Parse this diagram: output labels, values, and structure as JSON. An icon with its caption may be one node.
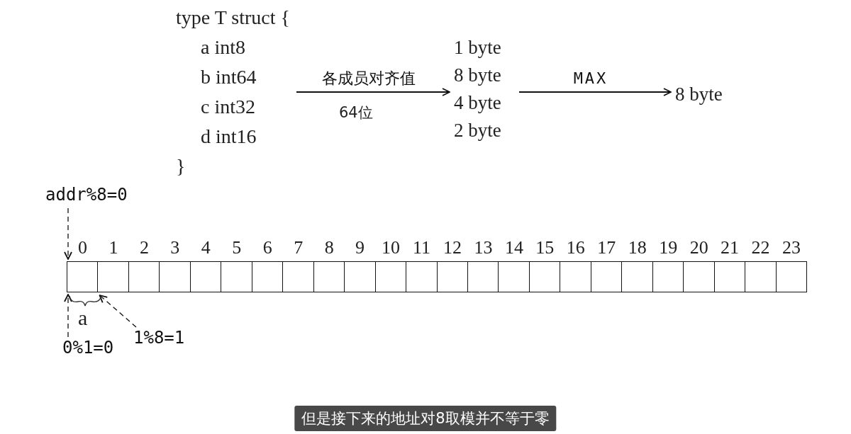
{
  "diagram": {
    "caption": "但是接下来的地址对8取模并不等于零",
    "nodes": [
      {
        "text": [
          "type T struct {",
          "a int8",
          "b int64",
          "c int32",
          "d int16",
          "}"
        ]
      },
      {
        "text": [
          "1 byte",
          "8 byte",
          "4 byte",
          "2 byte"
        ]
      },
      {
        "text": [
          "8 byte"
        ]
      },
      {
        "text": [],
        "shape": "box",
        "beside": [
          "0"
        ]
      },
      {
        "text": [],
        "shape": "box",
        "beside": [
          "1"
        ]
      },
      {
        "text": [],
        "shape": "box",
        "beside": [
          "2"
        ]
      },
      {
        "text": [],
        "shape": "box",
        "beside": [
          "3"
        ]
      },
      {
        "text": [],
        "shape": "box",
        "beside": [
          "4"
        ]
      },
      {
        "text": [],
        "shape": "box",
        "beside": [
          "5"
        ]
      },
      {
        "text": [],
        "shape": "box",
        "beside": [
          "6"
        ]
      },
      {
        "text": [],
        "shape": "box",
        "beside": [
          "7"
        ]
      },
      {
        "text": [],
        "shape": "box",
        "beside": [
          "8"
        ]
      },
      {
        "text": [],
        "shape": "box",
        "beside": [
          "9"
        ]
      },
      {
        "text": [],
        "shape": "box",
        "beside": [
          "10"
        ]
      },
      {
        "text": [],
        "shape": "box",
        "beside": [
          "11"
        ]
      },
      {
        "text": [],
        "shape": "box",
        "beside": [
          "12"
        ]
      },
      {
        "text": [],
        "shape": "box",
        "beside": [
          "13"
        ]
      },
      {
        "text": [],
        "shape": "box",
        "beside": [
          "14"
        ]
      },
      {
        "text": [],
        "shape": "box",
        "beside": [
          "15"
        ]
      },
      {
        "text": [],
        "shape": "box",
        "beside": [
          "16"
        ]
      },
      {
        "text": [],
        "shape": "box",
        "beside": [
          "17"
        ]
      },
      {
        "text": [],
        "shape": "box",
        "beside": [
          "18"
        ]
      },
      {
        "text": [],
        "shape": "box",
        "beside": [
          "19"
        ]
      },
      {
        "text": [],
        "shape": "box",
        "beside": [
          "20"
        ]
      },
      {
        "text": [],
        "shape": "box",
        "beside": [
          "21"
        ]
      },
      {
        "text": [],
        "shape": "box",
        "beside": [
          "22"
        ]
      },
      {
        "text": [],
        "shape": "box",
        "beside": [
          "23"
        ]
      },
      {
        "text": [
          "addr%8=0"
        ]
      },
      {
        "text": [
          "0%1=0"
        ]
      },
      {
        "text": [
          "1%8=1"
        ]
      }
    ],
    "edges": [
      {
        "from": 0,
        "to": 1,
        "arrow": "to",
        "label": "各成员对齐值"
      },
      {
        "from": 1,
        "to": 2,
        "arrow": "to",
        "label": "MAX"
      },
      {
        "from": 27,
        "to": 3,
        "arrow": "to",
        "style": "dashed"
      },
      {
        "from": 28,
        "to": 3,
        "arrow": "to",
        "style": "dashed"
      },
      {
        "from": 29,
        "to": 4,
        "arrow": "to",
        "style": "dashed"
      }
    ],
    "labels": [
      "64位",
      "a"
    ]
  }
}
